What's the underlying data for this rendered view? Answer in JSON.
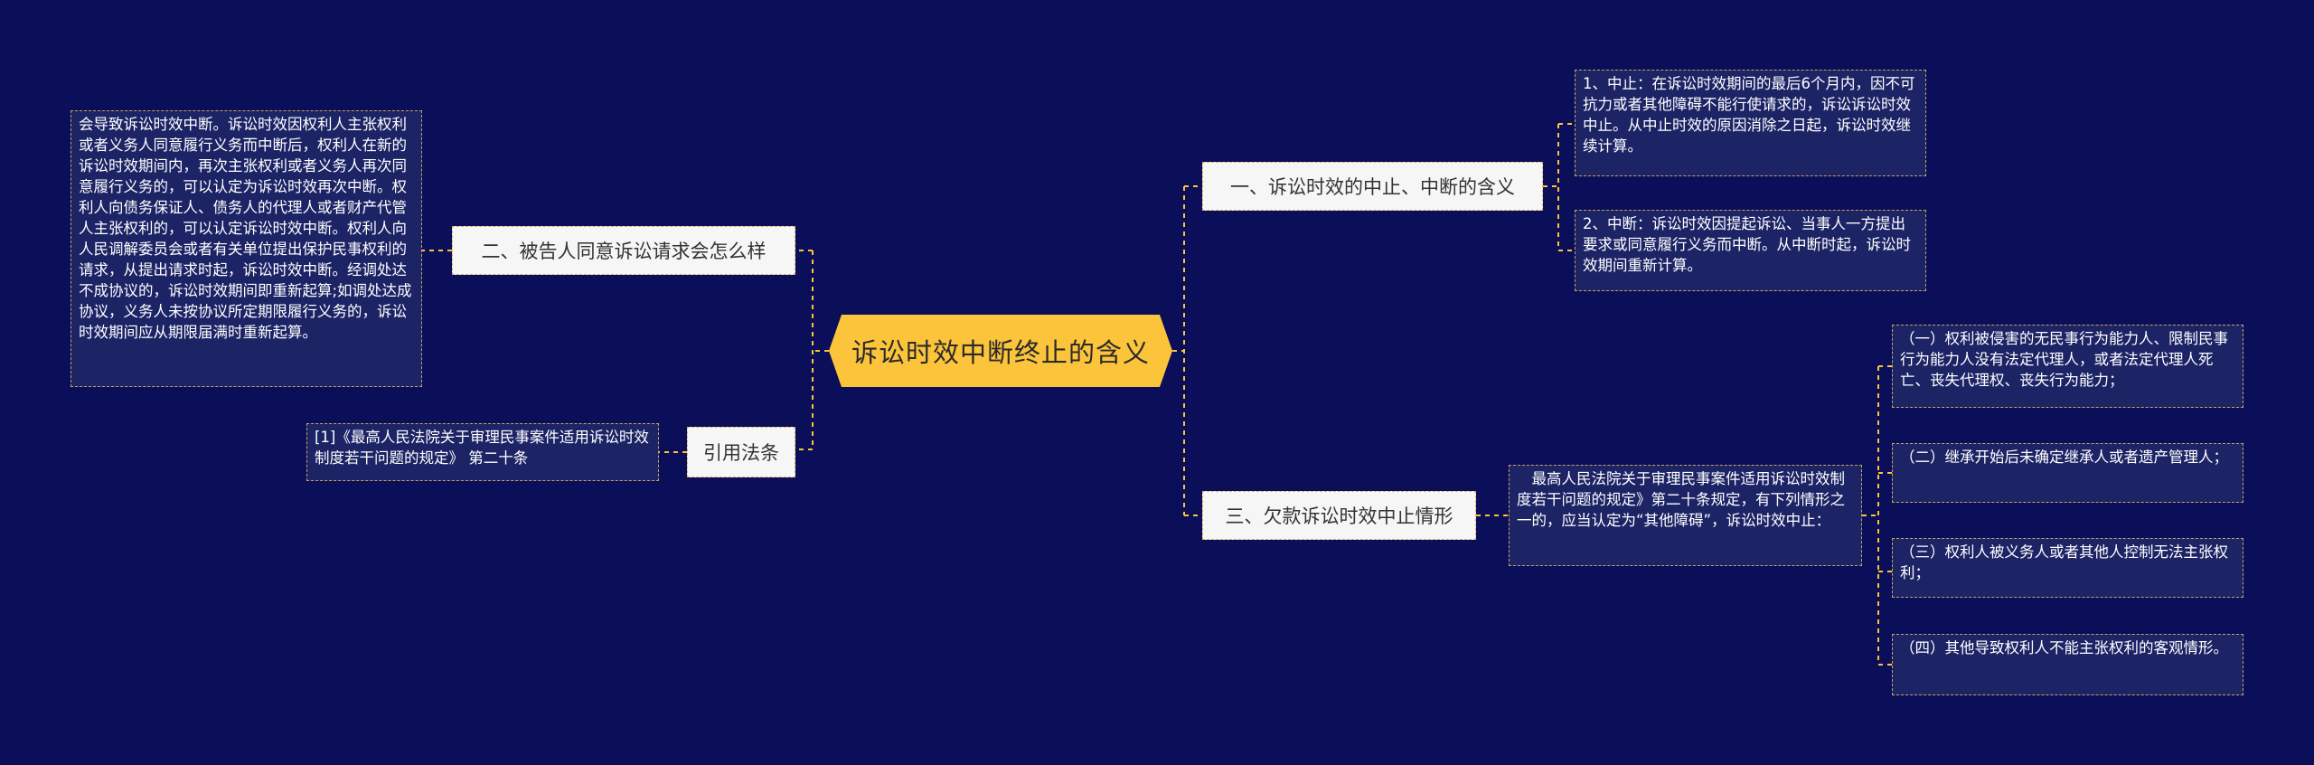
{
  "center": {
    "title": "诉讼时效中断终止的含义"
  },
  "branches": {
    "left_top": {
      "label": "二、被告人同意诉讼请求会怎么样"
    },
    "left_bottom": {
      "label": "引用法条"
    },
    "right_top": {
      "label": "一、诉讼时效的中止、中断的含义"
    },
    "right_bottom": {
      "label": "三、欠款诉讼时效中止情形"
    }
  },
  "leaves": {
    "left_top_text": "会导致诉讼时效中断。诉讼时效因权利人主张权利或者义务人同意履行义务而中断后，权利人在新的诉讼时效期间内，再次主张权利或者义务人再次同意履行义务的，可以认定为诉讼时效再次中断。权利人向债务保证人、债务人的代理人或者财产代管人主张权利的，可以认定诉讼时效中断。权利人向人民调解委员会或者有关单位提出保护民事权利的请求，从提出请求时起，诉讼时效中断。经调处达不成协议的，诉讼时效期间即重新起算;如调处达成协议，义务人未按协议所定期限履行义务的，诉讼时效期间应从期限届满时重新起算。",
    "left_bottom_text": "[1]《最高人民法院关于审理民事案件适用诉讼时效制度若干问题的规定》 第二十条",
    "right_top_1": "1、中止：在诉讼时效期间的最后6个月内，因不可抗力或者其他障碍不能行使请求的，诉讼诉讼时效中止。从中止时效的原因消除之日起，诉讼时效继续计算。",
    "right_top_2": "2、中断：诉讼时效因提起诉讼、当事人一方提出要求或同意履行义务而中断。从中断时起，诉讼时效期间重新计算。",
    "right_bottom_intro": "最高人民法院关于审理民事案件适用诉讼时效制度若干问题的规定》第二十条规定，有下列情形之一的，应当认定为“其他障碍”，诉讼时效中止：",
    "right_bottom_items": [
      "（一）权利被侵害的无民事行为能力人、限制民事行为能力人没有法定代理人，或者法定代理人死亡、丧失代理权、丧失行为能力；",
      "（二）继承开始后未确定继承人或者遗产管理人；",
      "（三）权利人被义务人或者其他人控制无法主张权利；",
      "（四）其他导致权利人不能主张权利的客观情形。"
    ]
  },
  "colors": {
    "background": "#0b0e58",
    "center_fill": "#fcc43a",
    "branch_fill": "#f6f6f6",
    "leaf_fill": "#1d2466",
    "connector": "#fcc43a"
  }
}
